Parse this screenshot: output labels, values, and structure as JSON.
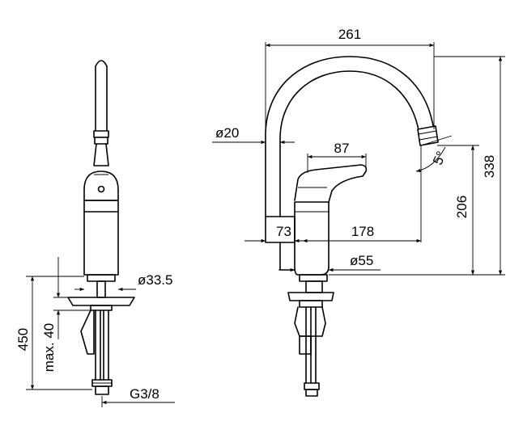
{
  "dimensions": {
    "reach_width": "261",
    "total_height": "338",
    "spout_height": "206",
    "spout_diameter": "ø20",
    "handle_length": "87",
    "swivel_angle": "5°",
    "base_height": "73",
    "base_to_outlet": "178",
    "base_diameter": "ø55",
    "side_diameter": "ø33.5",
    "hose_length": "450",
    "max_thickness": "max. 40",
    "connection": "G3/8"
  }
}
